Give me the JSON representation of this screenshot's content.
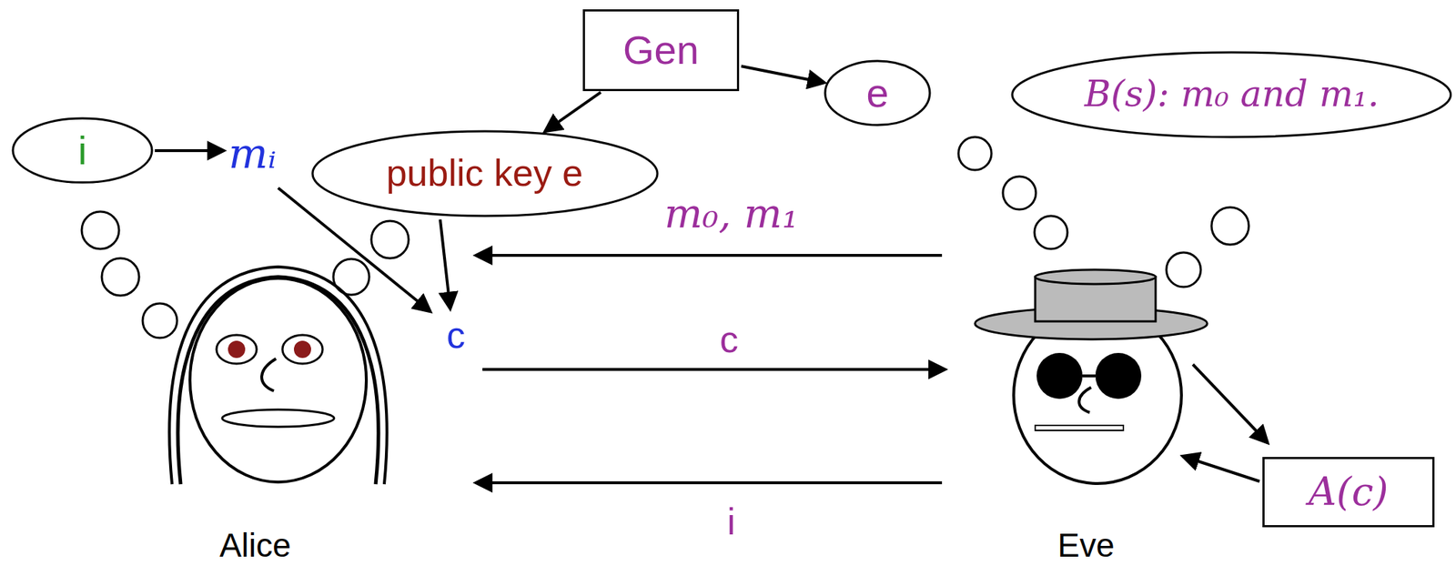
{
  "diagram": {
    "nodes": [
      {
        "text": [
          "Gen"
        ]
      },
      {
        "text": [
          "e"
        ]
      },
      {
        "text": [
          "B(s): m₀ and m₁."
        ]
      },
      {
        "text": [
          "i"
        ]
      },
      {
        "text": [
          "public key e"
        ]
      },
      {
        "text": [
          "A(c)"
        ]
      }
    ],
    "edges": [
      {
        "from": 0,
        "to": 4,
        "arrow": "to"
      },
      {
        "from": 0,
        "to": 1,
        "arrow": "to"
      }
    ],
    "labels": [
      "mᵢ",
      "m₀, m₁",
      "c",
      "c",
      "i",
      "Alice",
      "Eve"
    ]
  }
}
